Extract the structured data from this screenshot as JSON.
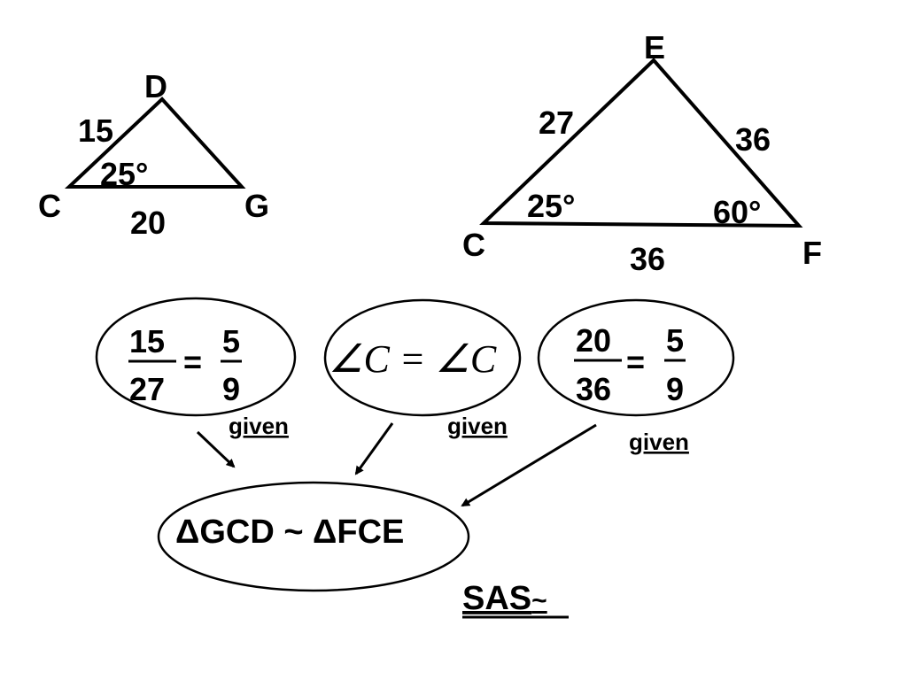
{
  "triangle_small": {
    "vertices": {
      "top": "D",
      "left": "C",
      "right": "G"
    },
    "side_left": "15",
    "side_bottom": "20",
    "angle_c": "25°"
  },
  "triangle_large": {
    "vertices": {
      "top": "E",
      "left": "C",
      "right": "F"
    },
    "side_left": "27",
    "side_right": "36",
    "side_bottom": "36",
    "angle_c": "25°",
    "angle_f": "60°"
  },
  "ratio_1": {
    "num_left": "15",
    "den_left": "27",
    "equals": "=",
    "num_right": "5",
    "den_right": "9",
    "note": "given"
  },
  "angle_eq": {
    "text": "∠C = ∠C",
    "note": "given"
  },
  "ratio_2": {
    "num_left": "20",
    "den_left": "36",
    "equals": "=",
    "num_right": "5",
    "den_right": "9",
    "note": "given"
  },
  "conclusion": {
    "text": "ΔGCD ~ ΔFCE"
  },
  "reason": {
    "text": "SAS",
    "suffix": "~"
  }
}
